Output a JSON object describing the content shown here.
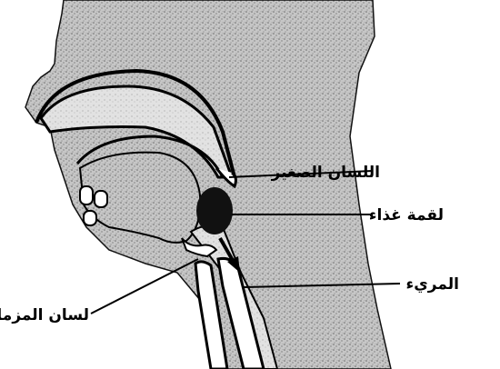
{
  "figure": {
    "labels": {
      "soft_palate": "اللسان الصغير",
      "food_bolus": "لقمة غذاء",
      "esophagus": "المريء",
      "epiglottis": "لسان المزمار"
    }
  }
}
